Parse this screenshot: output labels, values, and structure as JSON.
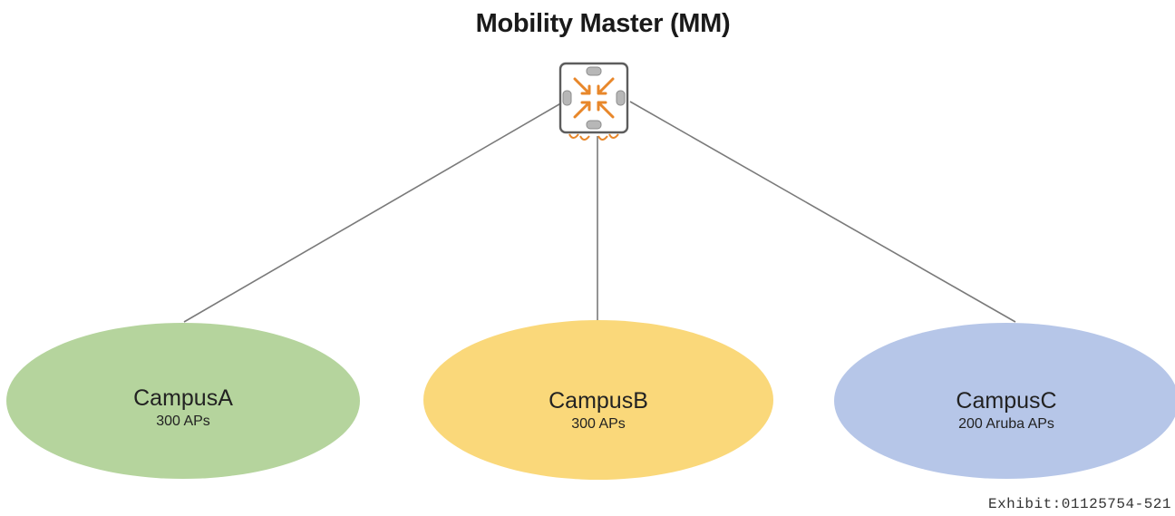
{
  "title": "Mobility Master (MM)",
  "root": {
    "icon": "mobility-master-controller-icon",
    "accent_color": "#e8872a"
  },
  "campuses": [
    {
      "name": "CampusA",
      "aps": "300 APs",
      "color": "#b5d49d"
    },
    {
      "name": "CampusB",
      "aps": "300 APs",
      "color": "#fad87a"
    },
    {
      "name": "CampusC",
      "aps": "200 Aruba APs",
      "color": "#b6c6e8"
    }
  ],
  "exhibit": "Exhibit:01125754-521"
}
